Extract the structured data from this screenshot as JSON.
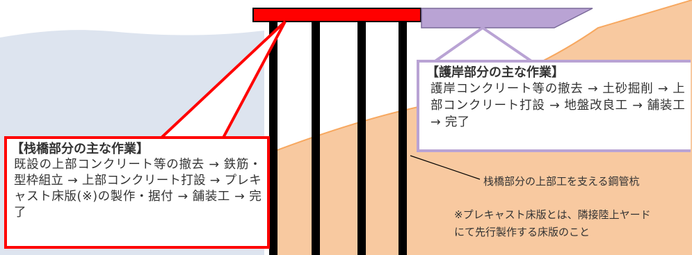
{
  "pier_box": {
    "title": "【栈橋部分の主な作業】",
    "body": "既設の上部コンクリート等の撤去 → 鉄筋・型枠組立 → 上部コンクリート打設 → プレキャスト床版(※)の製作・据付 → 舗装工 → 完了"
  },
  "revetment_box": {
    "title": "【護岸部分の主な作業】",
    "body": "護岸コンクリート等の撤去 → 土砂掘削 → 上部コンクリート打設 → 地盤改良工 → 舗装工 → 完了"
  },
  "pile_label": "栈橋部分の上部工を支える鋼管杭",
  "note": {
    "line1": "※プレキャスト床版とは、隣接陸上ヤード",
    "line2": "にて先行製作する床版のこと"
  },
  "colors": {
    "water": "#dde4ef",
    "ground": "#f8c9a0",
    "ground_line": "#f7a860",
    "pier_deck": "#ff0000",
    "revetment": "#b9a3d4",
    "pile": "#000000"
  }
}
